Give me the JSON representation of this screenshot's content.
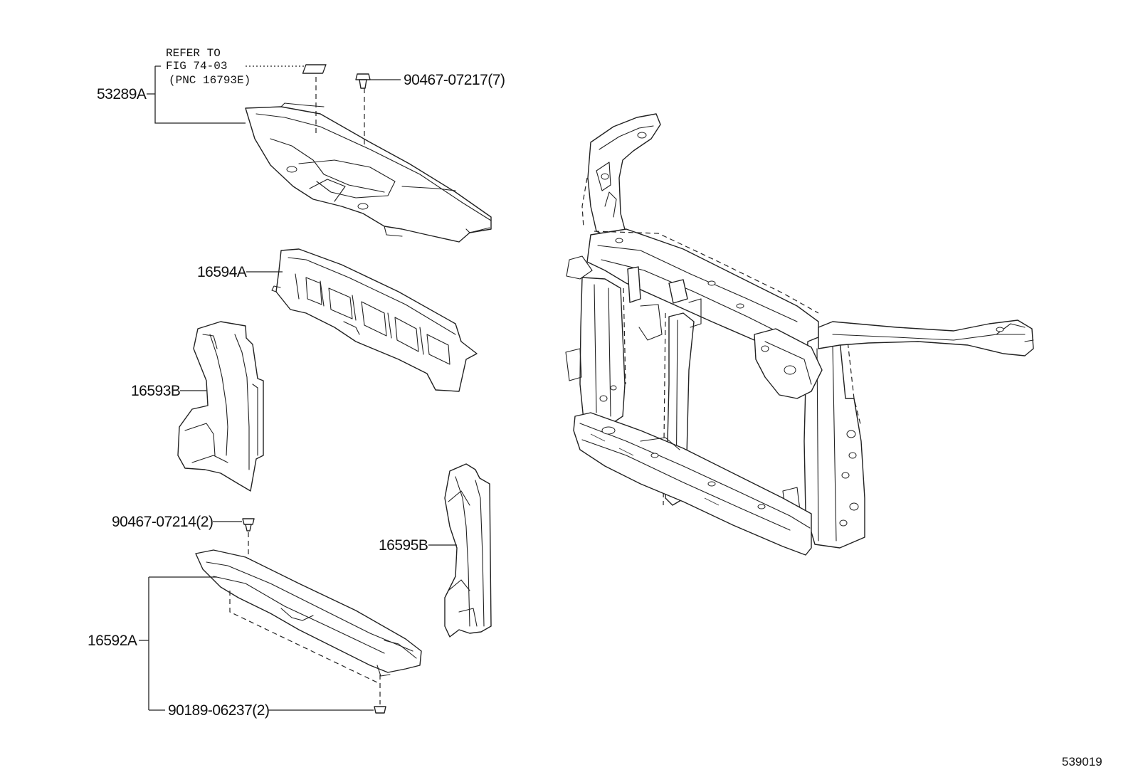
{
  "parts": {
    "p53289A": "53289A",
    "p16594A": "16594A",
    "p16593B": "16593B",
    "p16595B": "16595B",
    "p16592A": "16592A",
    "clip_top": "90467-07217(7)",
    "clip_mid": "90467-07214(2)",
    "clip_bot": "90189-06237(2)"
  },
  "note": {
    "line1": "REFER TO",
    "line2": "FIG 74-03",
    "line3": "(PNC 16793E)"
  },
  "figure_number": "539019"
}
